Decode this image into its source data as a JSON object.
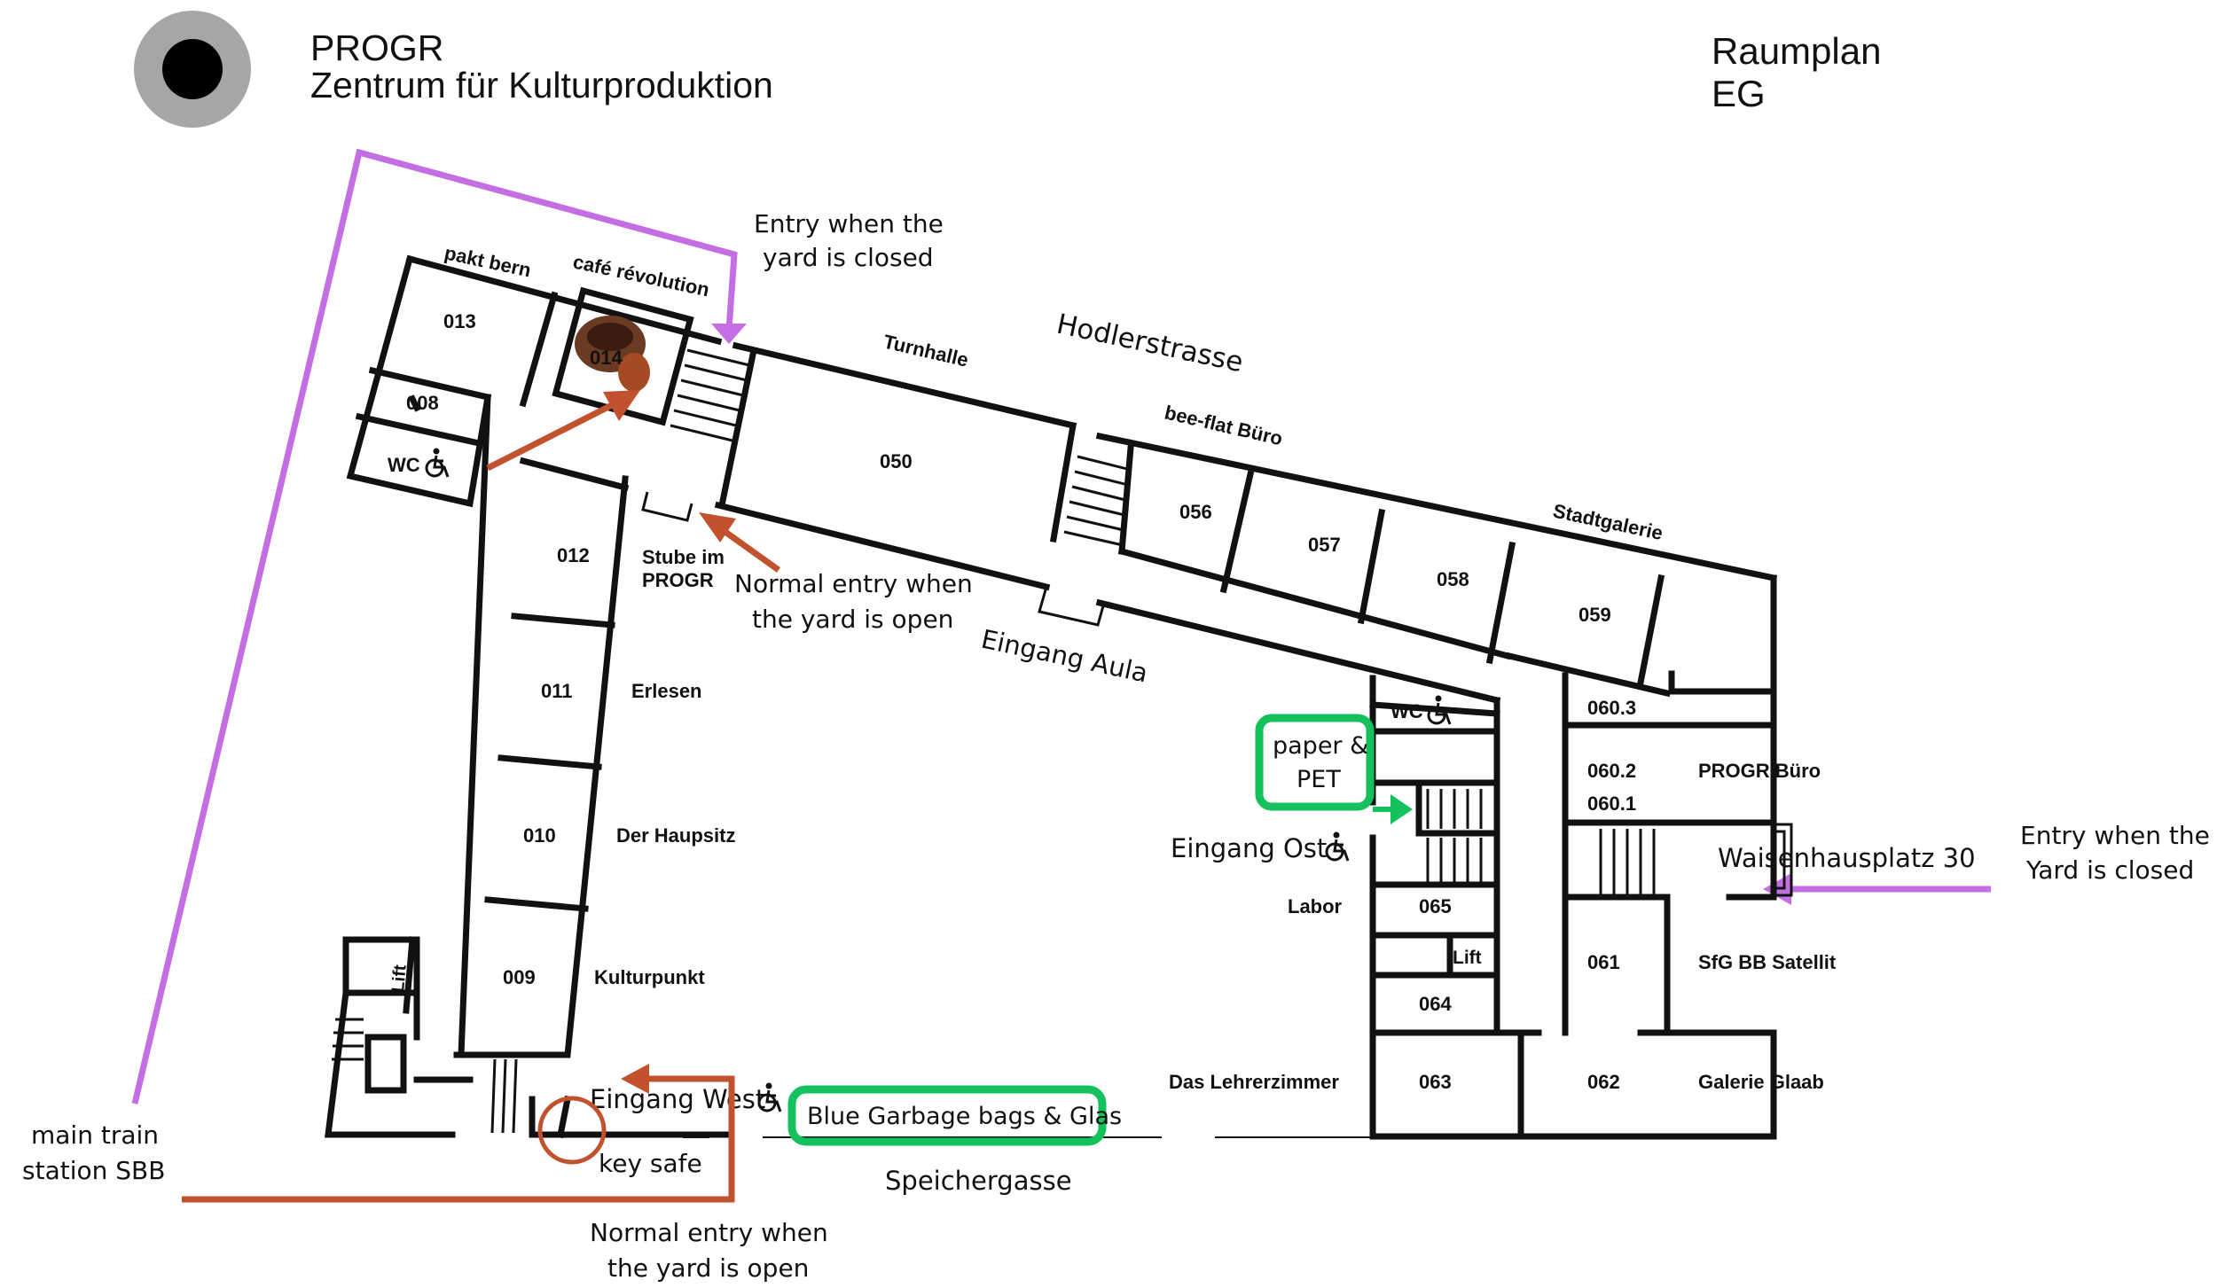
{
  "header": {
    "org_name": "PROGR",
    "org_subtitle": "Zentrum für Kulturproduktion",
    "plan_title": "Raumplan",
    "plan_floor": "EG"
  },
  "streets": {
    "north": "Hodlerstrasse",
    "south": "Speichergasse",
    "east": "Waisenhausplatz 30"
  },
  "rooms": {
    "r013": "013",
    "r014": "014",
    "r008": "008",
    "wc_nw": "WC",
    "r012": "012",
    "r011": "011",
    "r010": "010",
    "r009": "009",
    "r050": "050",
    "r056": "056",
    "r057": "057",
    "r058": "058",
    "r059": "059",
    "r060_3": "060.3",
    "r060_2": "060.2",
    "r060_1": "060.1",
    "wc_e": "WC",
    "r065": "065",
    "lift_e": "Lift",
    "r064": "064",
    "r063": "063",
    "r061": "061",
    "r062": "062",
    "lift_w": "Lift"
  },
  "tenants": {
    "pakt_bern": "pakt bern",
    "cafe": "café révolution",
    "turnhalle": "Turnhalle",
    "beeflat": "bee-flat Büro",
    "stadtgalerie": "Stadtgalerie",
    "stube_1": "Stube im",
    "stube_2": "PROGR",
    "erlesen": "Erlesen",
    "haupsitz": "Der Haupsitz",
    "kulturpunkt": "Kulturpunkt",
    "progr_buero": "PROGR Büro",
    "labor": "Labor",
    "sfg": "SfG BB Satellit",
    "lehrerzimmer": "Das Lehrerzimmer",
    "galerie": "Galerie Glaab"
  },
  "entrances": {
    "aula": "Eingang Aula",
    "ost": "Eingang Ost",
    "west": "Eingang West"
  },
  "annotations": {
    "entry_closed_top_1": "Entry when the",
    "entry_closed_top_2": "yard is closed",
    "entry_open_mid_1": "Normal entry when",
    "entry_open_mid_2": "the yard is open",
    "entry_closed_right_1": "Entry when the",
    "entry_closed_right_2": "Yard is closed",
    "entry_open_bottom_1": "Normal entry when",
    "entry_open_bottom_2": "the yard is open",
    "train_1": "main train",
    "train_2": "station SBB",
    "key_safe": "key safe",
    "paper_1": "paper  &",
    "paper_2": "PET",
    "garbage": "Blue Garbage bags & Glas"
  },
  "colors": {
    "route_closed": "#c36ee3",
    "route_open": "#c2512d",
    "recycling": "#15c15d",
    "logo_ring": "#a6a6a6"
  },
  "icons": [
    "logo-icon",
    "wheelchair-icon",
    "coffee-cup-icon",
    "arrow-icon",
    "stairs-icon"
  ]
}
